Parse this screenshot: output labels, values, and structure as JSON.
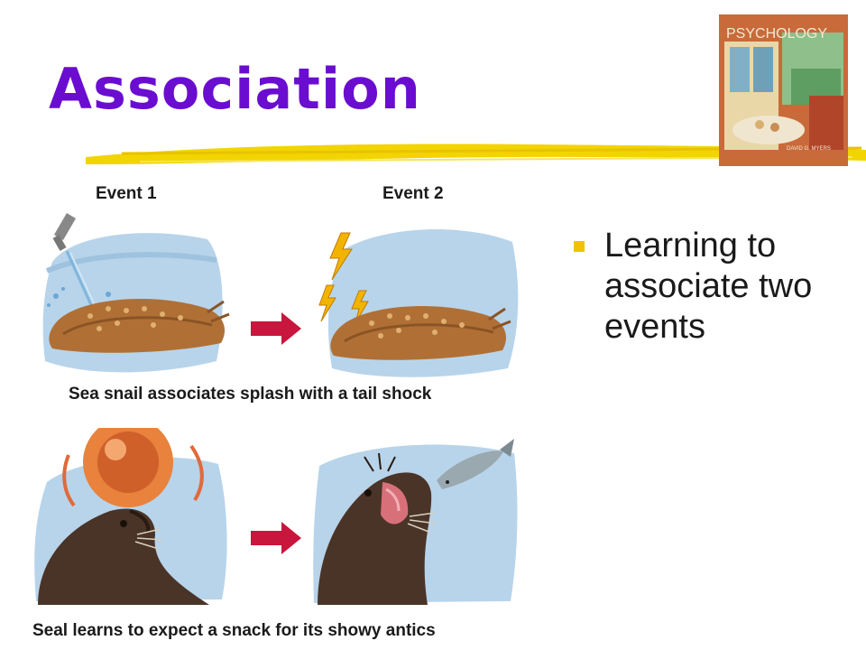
{
  "slide": {
    "title": "Association",
    "event1_label": "Event 1",
    "event2_label": "Event 2",
    "caption_snail": "Sea snail associates splash with a tail shock",
    "caption_seal": "Seal learns to expect a snack for its showy antics",
    "bullet": "Learning to associate two events",
    "cover_title": "PSYCHOLOGY",
    "cover_author": "DAVID G. MYERS"
  },
  "colors": {
    "title": "#6a0dd0",
    "underline": "#f2d400",
    "bullet": "#f2c200",
    "arrow": "#c8163c",
    "sky": "#b8d4ea"
  },
  "icons": [
    "water-faucet-icon",
    "lightning-bolt-icon",
    "arrow-right-icon",
    "ball-icon",
    "fish-icon"
  ]
}
